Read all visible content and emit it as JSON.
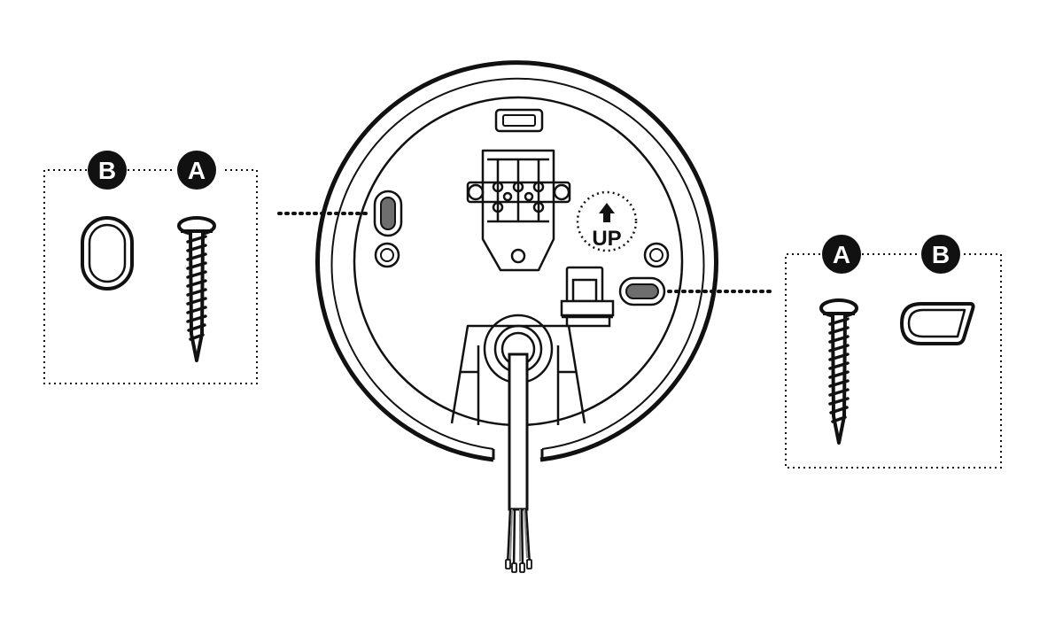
{
  "diagram": {
    "up_label": "UP",
    "left_kit": {
      "badge_b": "B",
      "badge_a": "A",
      "items": [
        "oval-spacer-icon",
        "screw-icon"
      ]
    },
    "right_kit": {
      "badge_a": "A",
      "badge_b": "B",
      "items": [
        "screw-icon",
        "wedge-spacer-icon"
      ]
    }
  },
  "colors": {
    "stroke": "#111111",
    "badge_fill": "#111111",
    "badge_text": "#ffffff",
    "slot_fill": "#6e6e6e",
    "background": "#ffffff"
  }
}
